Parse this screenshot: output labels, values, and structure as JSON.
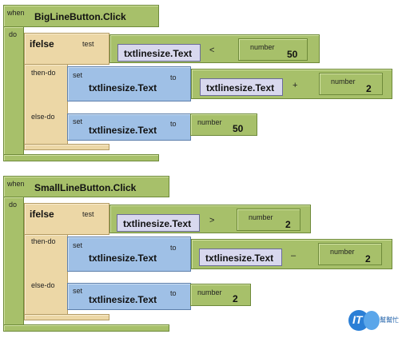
{
  "blocks": [
    {
      "when_label": "when",
      "event": "BigLineButton.Click",
      "do_label": "do",
      "if_label": "ifelse",
      "test_label": "test",
      "cond_left": "txtlinesize.Text",
      "cond_op": "<",
      "number_label": "number",
      "cond_right": "50",
      "then_label": "then-do",
      "set_label": "set",
      "to_label": "to",
      "then_target": "txtlinesize.Text",
      "then_left": "txtlinesize.Text",
      "then_op": "+",
      "then_num": "2",
      "else_label": "else-do",
      "else_target": "txtlinesize.Text",
      "else_num": "50"
    },
    {
      "when_label": "when",
      "event": "SmallLineButton.Click",
      "do_label": "do",
      "if_label": "ifelse",
      "test_label": "test",
      "cond_left": "txtlinesize.Text",
      "cond_op": ">",
      "number_label": "number",
      "cond_right": "2",
      "then_label": "then-do",
      "set_label": "set",
      "to_label": "to",
      "then_target": "txtlinesize.Text",
      "then_left": "txtlinesize.Text",
      "then_op": "–",
      "then_num": "2",
      "else_label": "else-do",
      "else_target": "txtlinesize.Text",
      "else_num": "2"
    }
  ],
  "watermark": {
    "brand": "IT",
    "sub": "幫幫忙"
  },
  "colors": {
    "event": "#a7c06a",
    "control": "#ecd7a6",
    "setter": "#9fc0e6",
    "getter": "#d8d8ee",
    "number": "#a7c06a"
  }
}
